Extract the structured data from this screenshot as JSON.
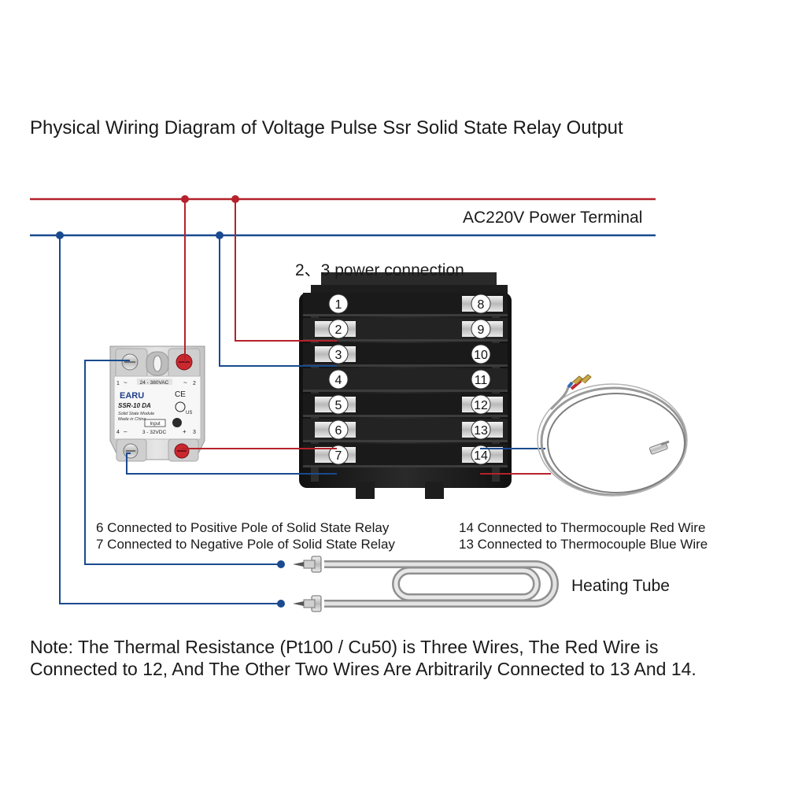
{
  "title": "Physical Wiring Diagram of Voltage Pulse Ssr Solid State Relay Output",
  "power_label": "AC220V Power Terminal",
  "power_connection_label": "2、3 power connection",
  "terminals": {
    "left": [
      "1",
      "2",
      "3",
      "4",
      "5",
      "6",
      "7"
    ],
    "right": [
      "8",
      "9",
      "10",
      "11",
      "12",
      "13",
      "14"
    ]
  },
  "ssr": {
    "brand": "EARU",
    "model": "SSR-10 DA",
    "subtitle": "Solid State Module",
    "origin": "Made in China",
    "ac_rating": "24 - 380VAC",
    "input_label": "Input",
    "dc_rating": "3 - 32VDC",
    "term_1": "1",
    "term_2": "2",
    "term_3": "3",
    "term_4": "4",
    "cert_ce": "CE",
    "cert_us": "US",
    "sym_tilde_left": "~",
    "sym_tilde_right": "~",
    "sym_minus": "–",
    "sym_plus": "+"
  },
  "annotations": {
    "pos6": "6 Connected to Positive Pole of Solid State Relay",
    "neg7": "7 Connected to Negative Pole of Solid State Relay",
    "red14": "14 Connected to Thermocouple Red Wire",
    "blue13": "13 Connected to Thermocouple Blue Wire"
  },
  "heating_label": "Heating Tube",
  "note_line1": "Note: The Thermal Resistance (Pt100 / Cu50) is Three Wires, The Red Wire is",
  "note_line2": "Connected to 12, And The Other Two Wires Are Arbitrarily Connected to 13 And 14.",
  "colors": {
    "live_wire": "#b5222b",
    "neutral_wire": "#1a4a8f",
    "controller_body": "#1b1b1b",
    "ssr_body": "#d9d9d9"
  },
  "icons": [
    "solid-state-relay",
    "temperature-controller",
    "thermocouple-probe",
    "heating-tube"
  ]
}
